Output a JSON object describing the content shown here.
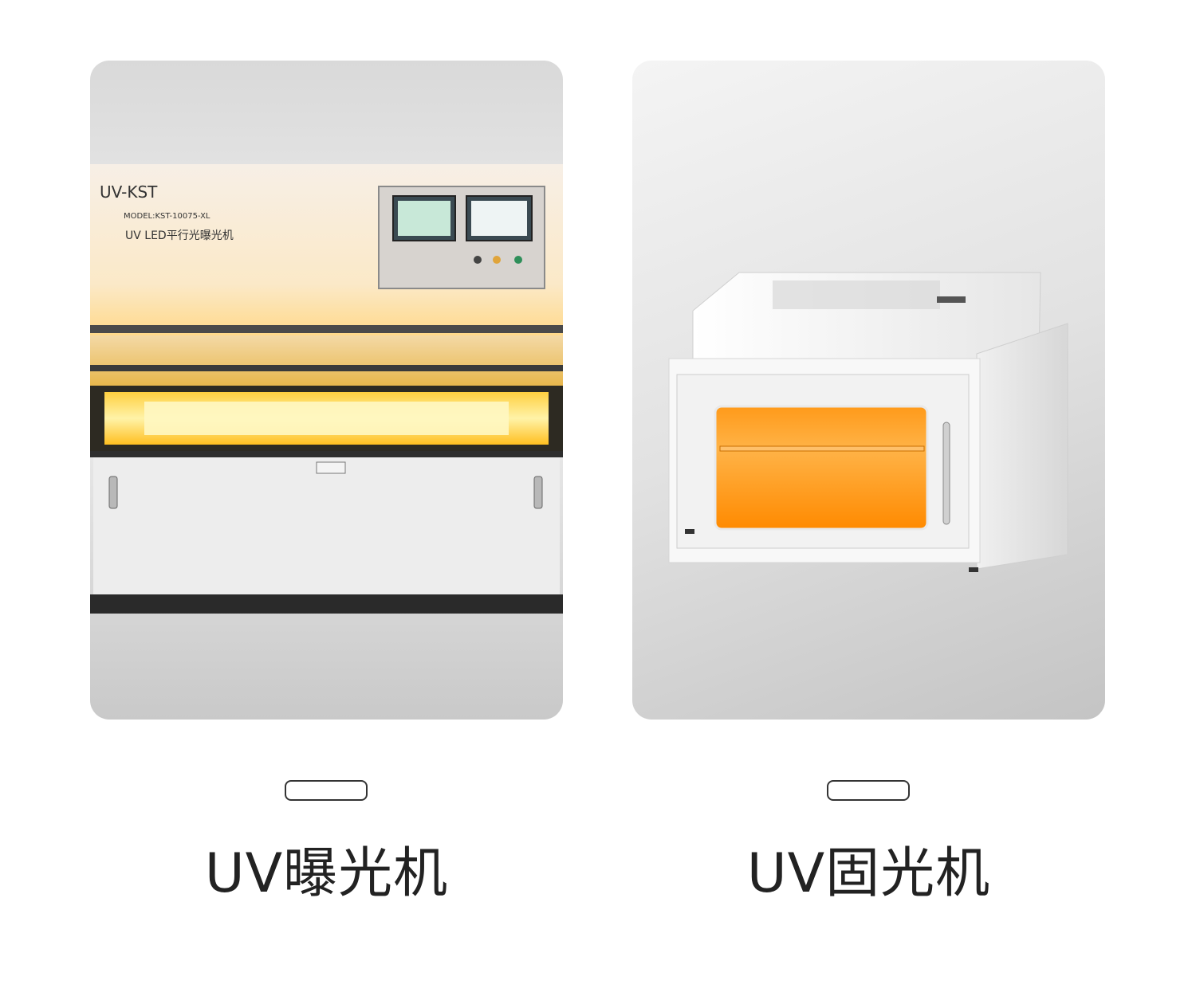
{
  "products": [
    {
      "name": "UV曝光机",
      "machine_text": {
        "brand": "UV-KST",
        "model": "MODEL:KST-10075-XL",
        "subtitle": "UV LED平行光曝光机"
      }
    },
    {
      "name": "UV固光机"
    }
  ],
  "colors": {
    "text": "#222222",
    "glow": "#ffb800",
    "orange": "#ff9a1a"
  }
}
